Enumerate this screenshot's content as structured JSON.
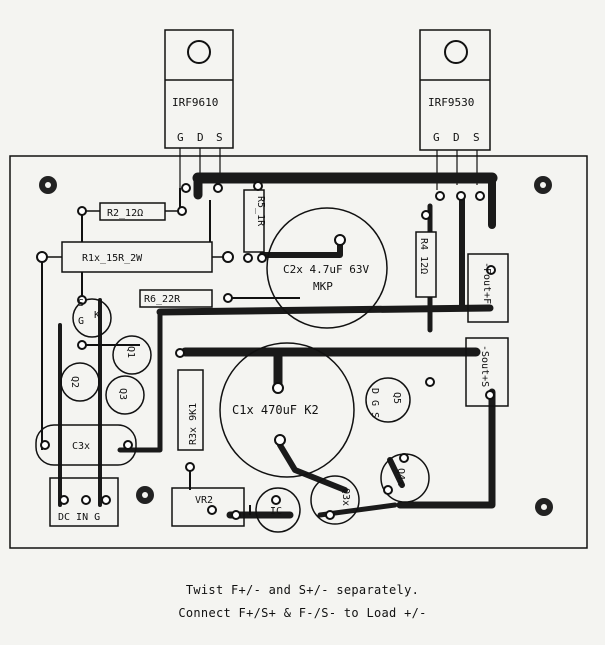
{
  "transistors": {
    "left": {
      "part": "IRF9610",
      "pins": [
        "G",
        "D",
        "S"
      ]
    },
    "right": {
      "part": "IRF9530",
      "pins": [
        "G",
        "D",
        "S"
      ]
    }
  },
  "components": {
    "r2": "R2_12Ω",
    "r5": "R5_1R",
    "r1": "R1x_15R_2W",
    "r6": "R6_22R",
    "r4": "R4 12Ω",
    "r3": "R3x 9K1",
    "c2": "C2x 4.7uF 63V",
    "c2_type": "MKP",
    "c1": "C1x 470uF K2",
    "c3": "C3x",
    "vr2": "VR2",
    "q1": "Q1",
    "q2": "Q2",
    "q3": "Q3",
    "q3x": "Q3x",
    "q4x": "Q4x",
    "q5": "Q5",
    "q5_pins": "D G S",
    "ic": "IC",
    "pin_s": "S",
    "pin_g": "G",
    "pin_k": "K"
  },
  "connectors": {
    "fout": "-Fout+F",
    "sout": "-Sout+S",
    "dc_in": "DC IN G"
  },
  "caption": {
    "line1": "Twist F+/- and S+/- separately.",
    "line2": "Connect F+/S+ & F-/S- to Load +/-"
  }
}
